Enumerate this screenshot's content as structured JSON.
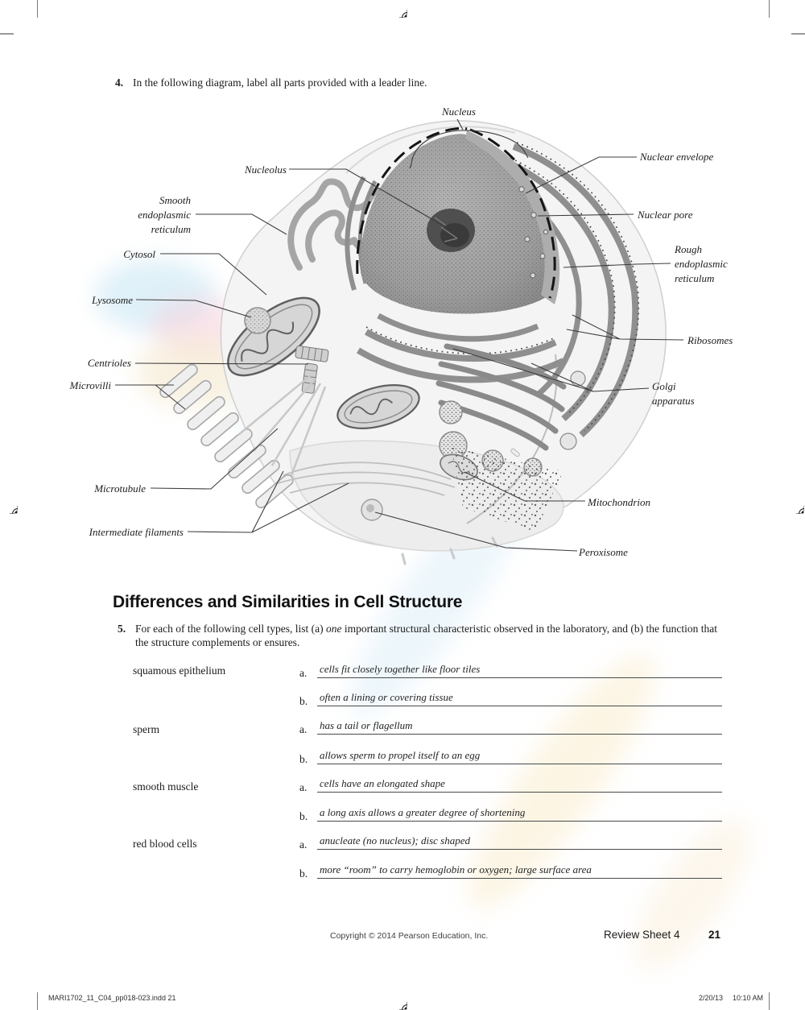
{
  "questions": {
    "q4": {
      "number": "4.",
      "text": "In the following diagram, label all parts provided with a leader line."
    },
    "q5": {
      "number": "5.",
      "text_before": "For each of the following cell types, list (a) ",
      "text_italic": "one",
      "text_after": " important structural characteristic observed in the laboratory, and (b) the function that the structure complements or ensures."
    }
  },
  "section_heading": "Differences and Similarities in Cell Structure",
  "diagram": {
    "labels": {
      "nucleus": "Nucleus",
      "nuclear_envelope": "Nuclear envelope",
      "nucleolus": "Nucleolus",
      "smooth_er": "Smooth\nendoplasmic\nreticulum",
      "nuclear_pore": "Nuclear pore",
      "cytosol": "Cytosol",
      "rough_er": "Rough\nendoplasmic\nreticulum",
      "lysosome": "Lysosome",
      "ribosomes": "Ribosomes",
      "centrioles": "Centrioles",
      "microvilli": "Microvilli",
      "golgi": "Golgi\napparatus",
      "microtubule": "Microtubule",
      "mitochondrion": "Mitochondrion",
      "intermediate_filaments": "Intermediate filaments",
      "peroxisome": "Peroxisome"
    }
  },
  "table": {
    "a_prefix": "a.",
    "b_prefix": "b.",
    "rows": [
      {
        "cell_type": "squamous epithelium",
        "a": "cells fit closely together like floor tiles",
        "b": "often a lining or covering tissue"
      },
      {
        "cell_type": "sperm",
        "a": "has a tail or flagellum",
        "b": "allows sperm to propel itself to an egg"
      },
      {
        "cell_type": "smooth muscle",
        "a": "cells have an elongated shape",
        "b": "a long axis allows a greater degree of shortening"
      },
      {
        "cell_type": "red blood cells",
        "a": "anucleate (no nucleus); disc shaped",
        "b": "more “room” to carry hemoglobin or oxygen; large surface area"
      }
    ]
  },
  "footer": {
    "copyright": "Copyright © 2014 Pearson Education, Inc.",
    "review_sheet": "Review Sheet 4",
    "page_number": "21"
  },
  "print_marks": {
    "file_info": "MARI1702_11_C04_pp018-023.indd   21",
    "date": "2/20/13",
    "time": "10:10 AM"
  }
}
